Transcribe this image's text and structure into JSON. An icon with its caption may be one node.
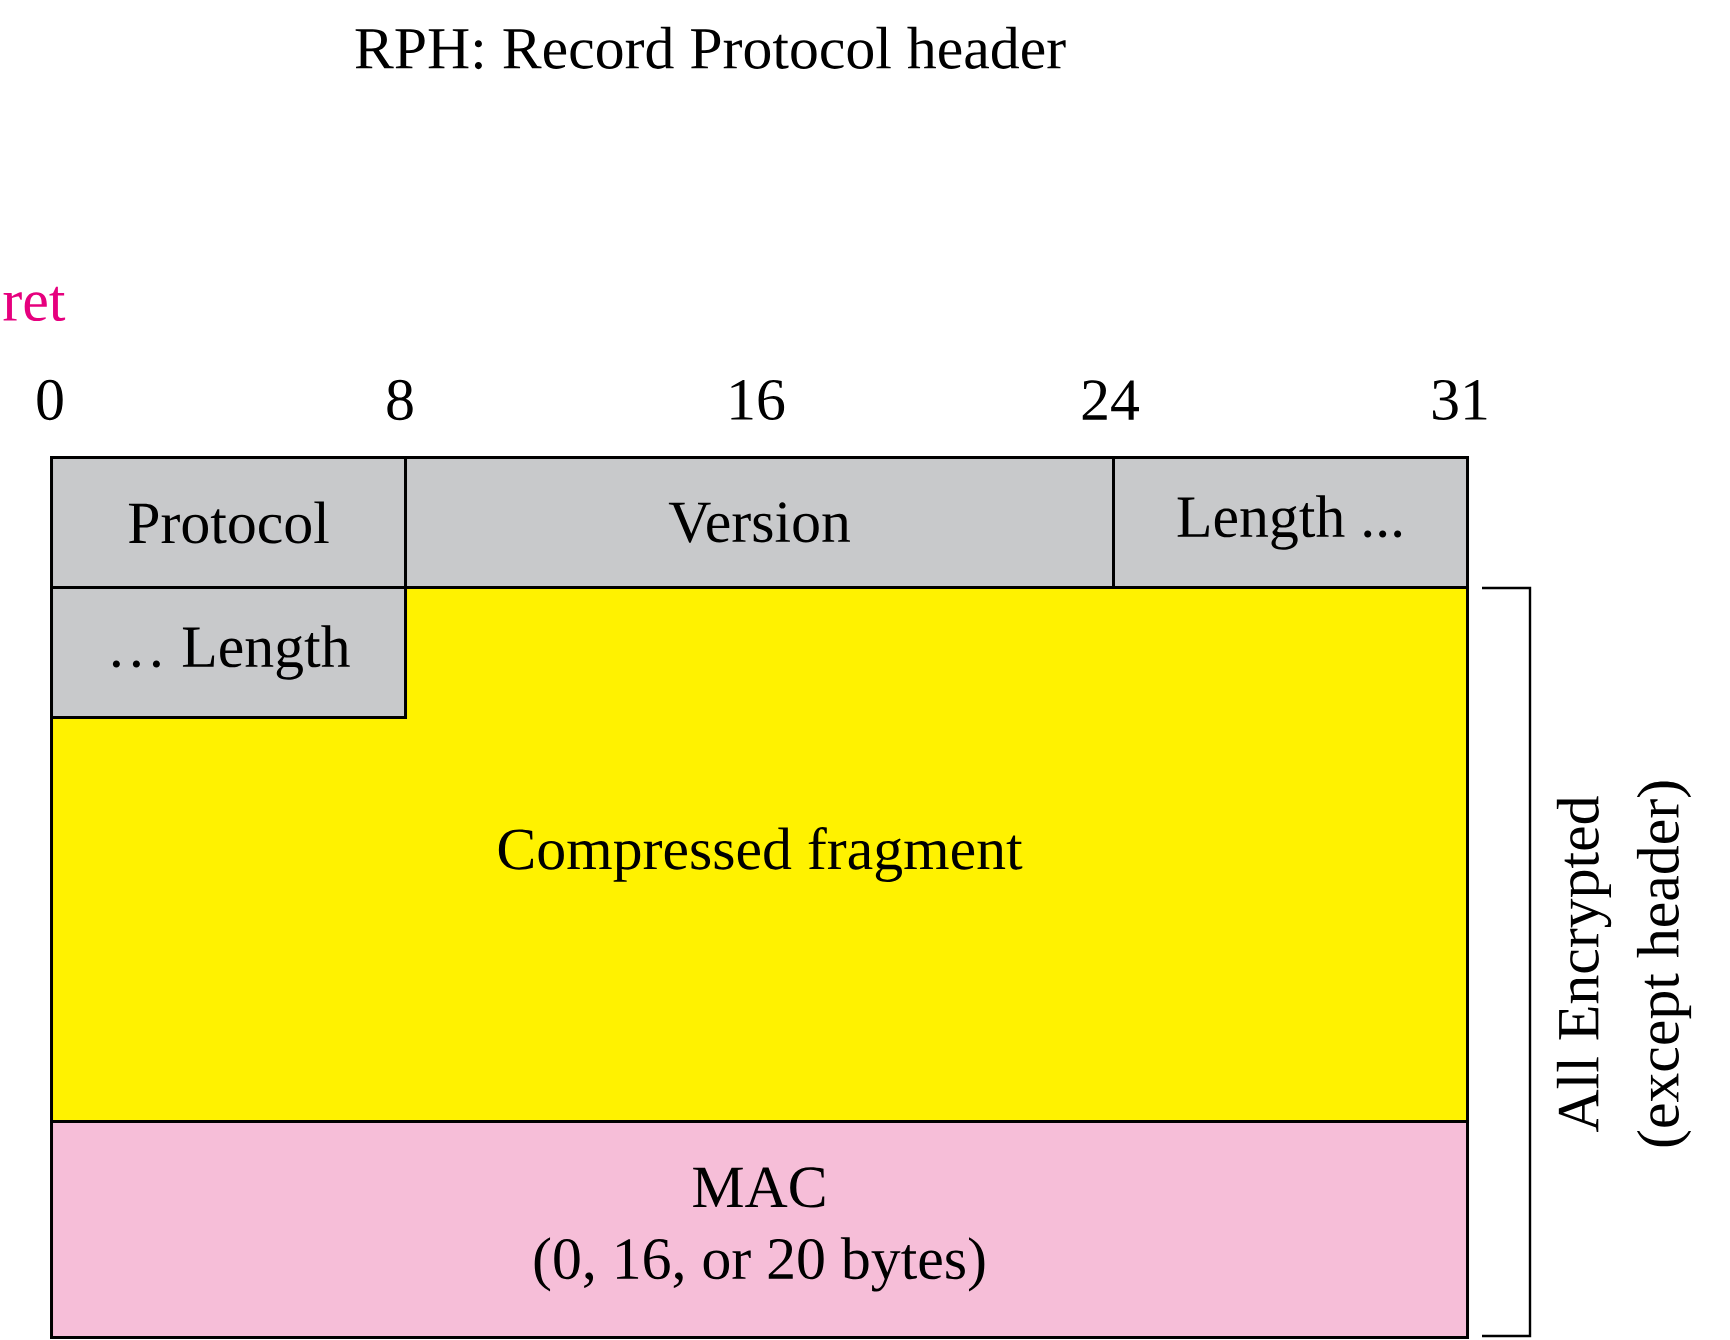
{
  "diagram": {
    "title": "RPH: Record Protocol header",
    "nodes": [
      {
        "text": [
          "Protocol"
        ]
      },
      {
        "text": [
          "Version"
        ]
      },
      {
        "text": [
          "Length ..."
        ]
      },
      {
        "text": [
          "Compressed fragment"
        ]
      },
      {
        "text": [
          "… Length"
        ],
        "in": 3
      },
      {
        "text": [
          "MAC",
          "(0, 16, or 20 bytes)"
        ]
      }
    ],
    "labels": [
      "ret",
      "0",
      "8",
      "16",
      "24",
      "31",
      "All Encrypted",
      "(except header)"
    ]
  }
}
